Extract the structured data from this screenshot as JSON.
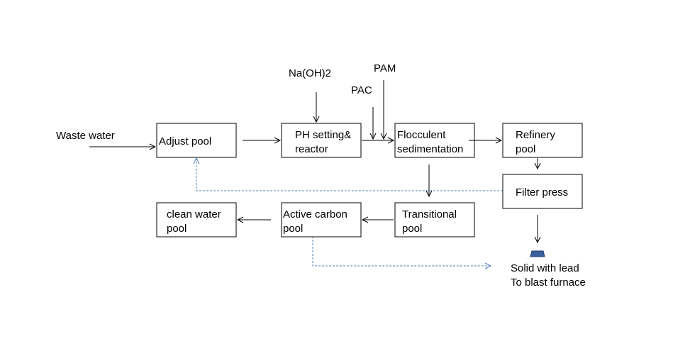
{
  "inputs": {
    "waste_water": "Waste water",
    "naoh": "Na(OH)2",
    "pac": "PAC",
    "pam": "PAM"
  },
  "boxes": {
    "adjust_pool": [
      "Adjust pool"
    ],
    "ph_reactor": [
      "PH setting&",
      "reactor"
    ],
    "flocculent": [
      "Flocculent",
      "sedimentation"
    ],
    "refinery": [
      "Refinery",
      "pool"
    ],
    "filter_press": [
      "Filter press"
    ],
    "transitional": [
      "Transitional",
      "pool"
    ],
    "active_carbon": [
      "Active carbon",
      "pool"
    ],
    "clean_water": [
      "clean water",
      "pool"
    ]
  },
  "output": {
    "line1": "Solid with lead",
    "line2": "To  blast furnace"
  },
  "colors": {
    "dashed_flow": "#4f81bd",
    "solid_icon": "#3b5f9e"
  }
}
